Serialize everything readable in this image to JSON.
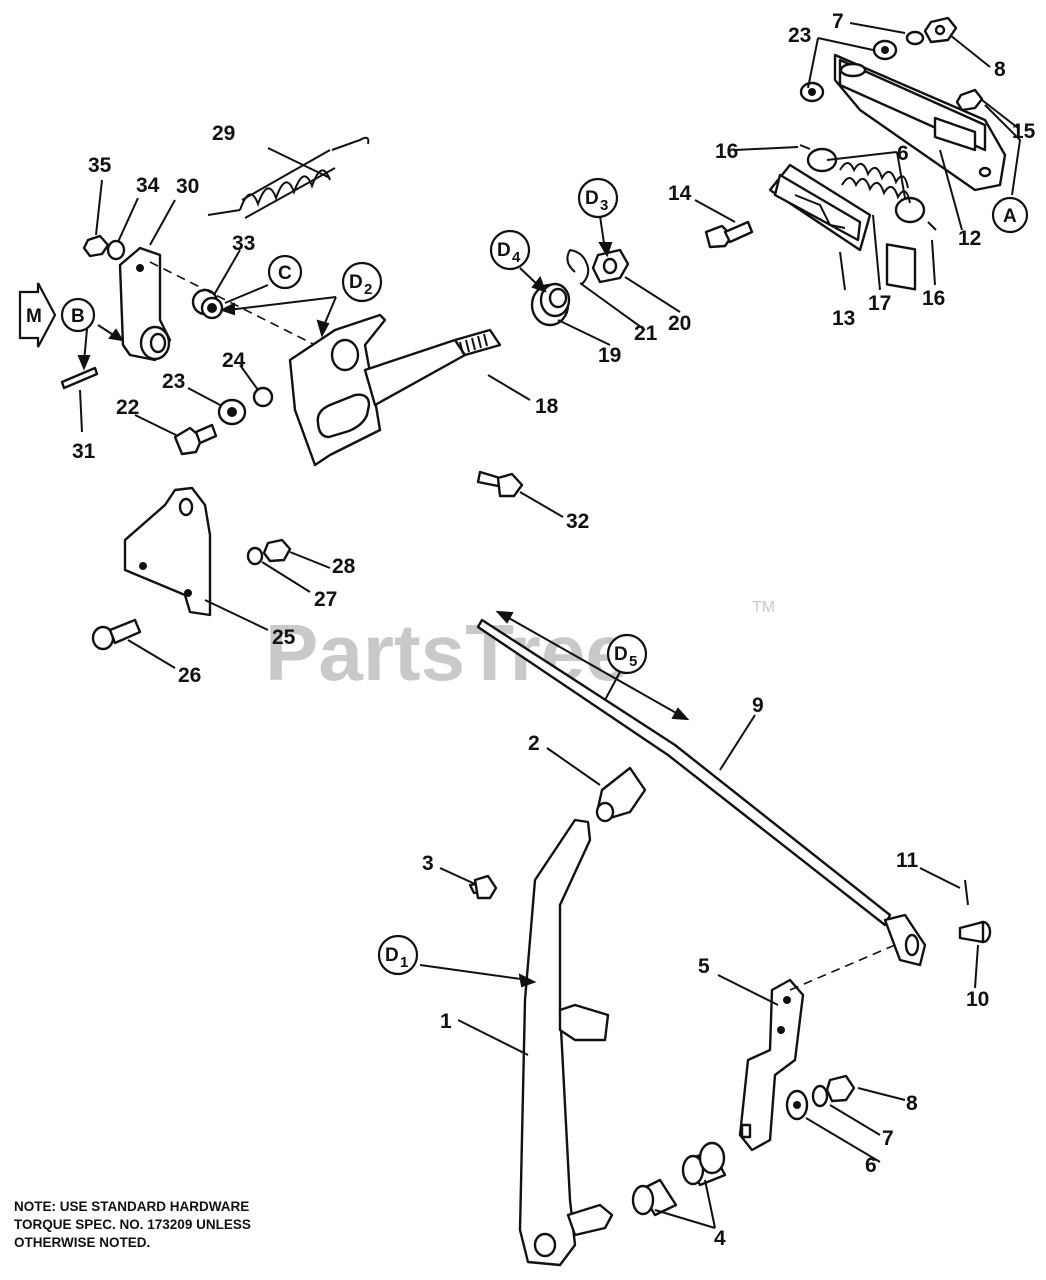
{
  "watermark": {
    "text": "PartsTree",
    "trademark": "TM"
  },
  "note": {
    "lines": [
      "NOTE:  USE STANDARD HARDWARE",
      "TORQUE SPEC. NO. 173209 UNLESS",
      "OTHERWISE NOTED."
    ]
  },
  "callouts": {
    "A": "A",
    "B": "B",
    "C": "C",
    "M": "M",
    "D": "D",
    "D1": "1",
    "D2": "2",
    "D3": "3",
    "D4": "4",
    "D5": "5"
  },
  "part_numbers": {
    "p1": "1",
    "p2": "2",
    "p3": "3",
    "p4": "4",
    "p5": "5",
    "p6a": "6",
    "p6b": "6",
    "p7a": "7",
    "p7b": "7",
    "p8a": "8",
    "p8b": "8",
    "p9": "9",
    "p10": "10",
    "p11": "11",
    "p12": "12",
    "p13": "13",
    "p14": "14",
    "p15": "15",
    "p16a": "16",
    "p16b": "16",
    "p17": "17",
    "p18": "18",
    "p19": "19",
    "p20": "20",
    "p21": "21",
    "p22": "22",
    "p23a": "23",
    "p23b": "23",
    "p24": "24",
    "p25": "25",
    "p26": "26",
    "p27": "27",
    "p28": "28",
    "p29": "29",
    "p30": "30",
    "p31": "31",
    "p32": "32",
    "p33": "33",
    "p34": "34",
    "p35": "35"
  }
}
